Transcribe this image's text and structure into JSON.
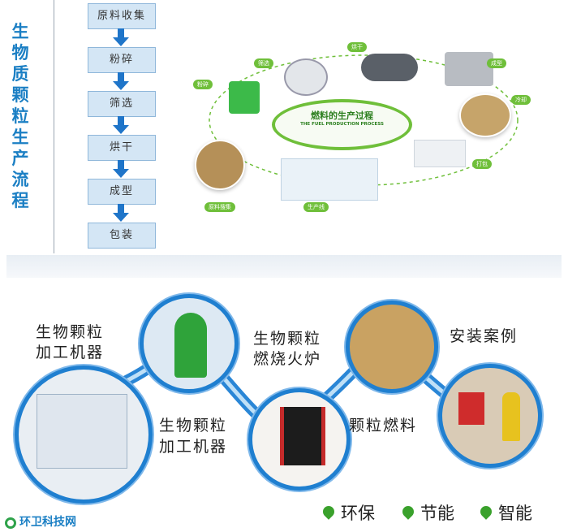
{
  "top": {
    "vertical_title": [
      "生",
      "物",
      "质",
      "颗",
      "粒",
      "生",
      "产",
      "流",
      "程"
    ],
    "steps": [
      "原料收集",
      "粉碎",
      "筛选",
      "烘干",
      "成型",
      "包装"
    ],
    "diagram": {
      "center_title": "燃料的生产过程",
      "center_subtitle": "THE FUEL PRODUCTION PROCESS",
      "tags": [
        "粉碎",
        "筛选",
        "烘干",
        "成型",
        "冷却",
        "打包",
        "生产线",
        "原料搜集"
      ]
    }
  },
  "bottom": {
    "labels": {
      "machine_1": [
        "生物颗粒",
        "加工机器"
      ],
      "stove": [
        "生物颗粒",
        "燃烧火炉"
      ],
      "case": "安装案例",
      "machine_2": [
        "生物颗粒",
        "加工机器"
      ],
      "fuel": "颗粒燃料"
    },
    "features": [
      "环保",
      "节能",
      "智能"
    ],
    "watermark": "环卫科技网"
  },
  "colors": {
    "accent_blue": "#1f7fd0",
    "title_blue": "#1b7fc4",
    "green": "#3aa12c"
  }
}
